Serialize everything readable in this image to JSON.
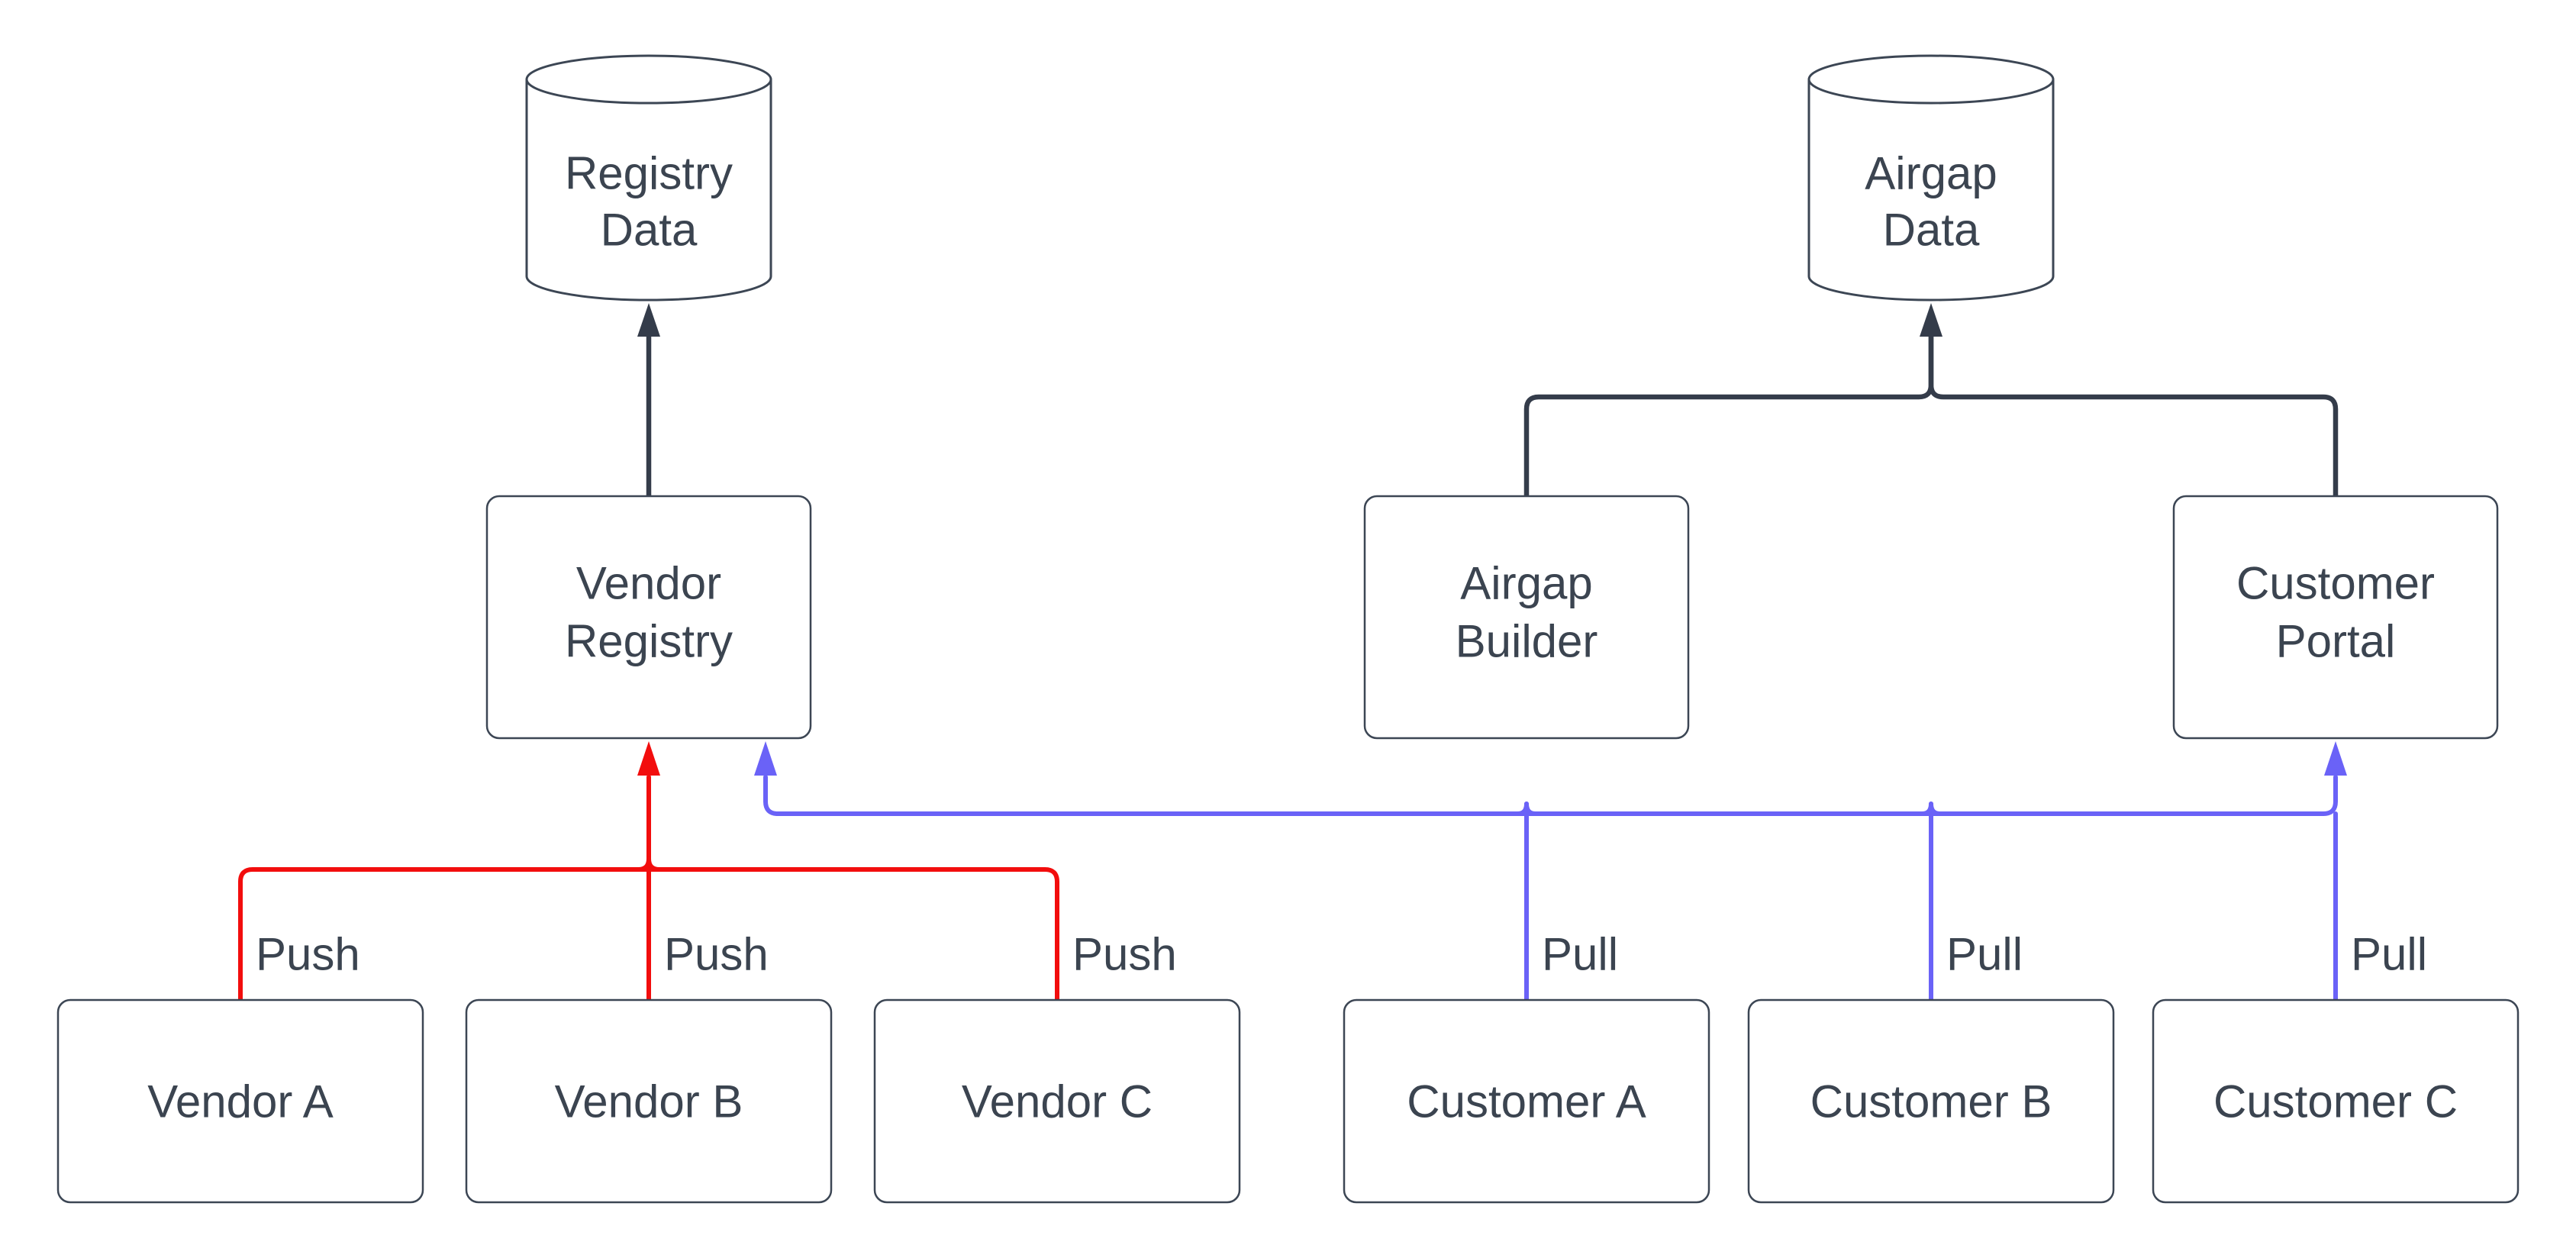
{
  "diagram": {
    "background": "#ffffff",
    "colors": {
      "dark": "#343c4a",
      "node_stroke": "#3c4654",
      "text": "#3b4450",
      "push": "#f20d0d",
      "pull": "#6a62f7"
    },
    "nodes": {
      "registry_data": {
        "type": "cylinder",
        "lines": [
          "Registry",
          "Data"
        ]
      },
      "airgap_data": {
        "type": "cylinder",
        "lines": [
          "Airgap",
          "Data"
        ]
      },
      "vendor_registry": {
        "type": "box",
        "lines": [
          "Vendor",
          "Registry"
        ]
      },
      "airgap_builder": {
        "type": "box",
        "lines": [
          "Airgap",
          "Builder"
        ]
      },
      "customer_portal": {
        "type": "box",
        "lines": [
          "Customer",
          "Portal"
        ]
      },
      "vendor_a": {
        "type": "box",
        "label": "Vendor A"
      },
      "vendor_b": {
        "type": "box",
        "label": "Vendor B"
      },
      "vendor_c": {
        "type": "box",
        "label": "Vendor C"
      },
      "customer_a": {
        "type": "box",
        "label": "Customer A"
      },
      "customer_b": {
        "type": "box",
        "label": "Customer B"
      },
      "customer_c": {
        "type": "box",
        "label": "Customer C"
      }
    },
    "edges": [
      {
        "from": "Vendor Registry",
        "to": "Registry Data",
        "label": "",
        "color": "dark"
      },
      {
        "from": "Airgap Builder",
        "to": "Airgap Data",
        "label": "",
        "color": "dark"
      },
      {
        "from": "Customer Portal",
        "to": "Airgap Data",
        "label": "",
        "color": "dark"
      },
      {
        "from": "Vendor A",
        "to": "Vendor Registry",
        "label": "Push",
        "color": "red"
      },
      {
        "from": "Vendor B",
        "to": "Vendor Registry",
        "label": "Push",
        "color": "red"
      },
      {
        "from": "Vendor C",
        "to": "Vendor Registry",
        "label": "Push",
        "color": "red"
      },
      {
        "from": "Customer A",
        "to": "Vendor Registry",
        "label": "Pull",
        "color": "blue"
      },
      {
        "from": "Customer B",
        "to": "Vendor Registry",
        "label": "Pull",
        "color": "blue"
      },
      {
        "from": "Customer C",
        "to": "Customer Portal",
        "label": "Pull",
        "color": "blue"
      }
    ]
  }
}
